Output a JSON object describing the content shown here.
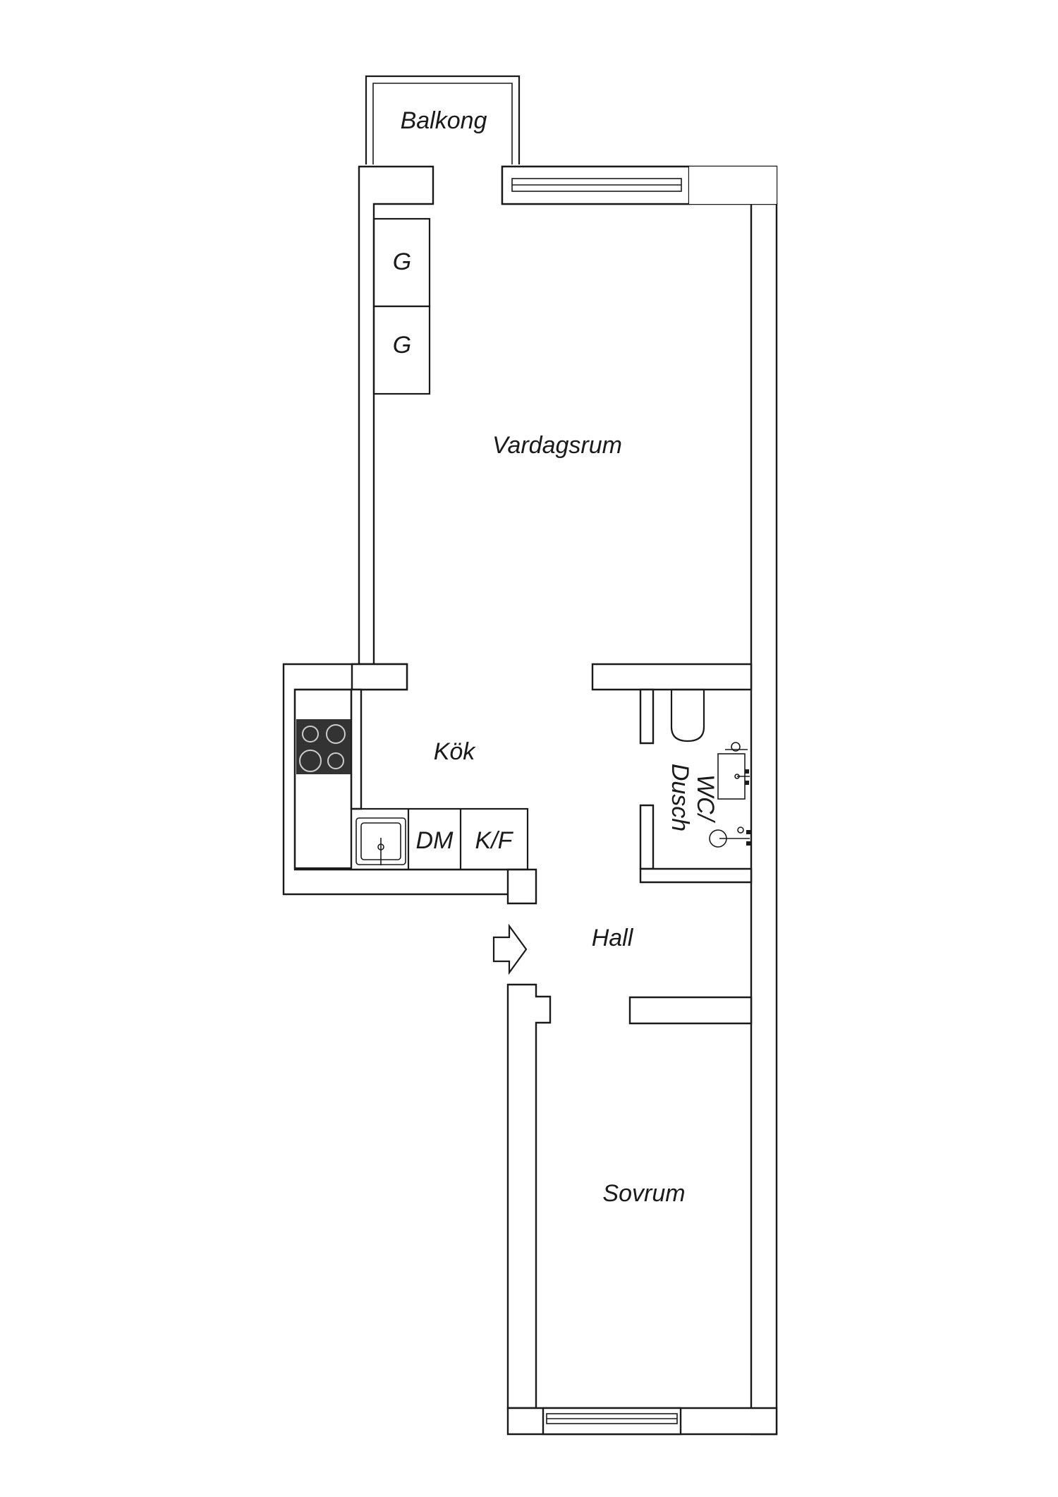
{
  "rooms": {
    "balcony": "Balkong",
    "living_room": "Vardagsrum",
    "kitchen": "Kök",
    "bathroom_line1": "WC/",
    "bathroom_line2": "Dusch",
    "hall": "Hall",
    "bedroom": "Sovrum"
  },
  "fixtures": {
    "wardrobe_1": "G",
    "wardrobe_2": "G",
    "dishwasher": "DM",
    "fridge_freezer": "K/F"
  },
  "colors": {
    "line": "#1a1a1a",
    "background": "#ffffff",
    "stove": "#333333"
  }
}
